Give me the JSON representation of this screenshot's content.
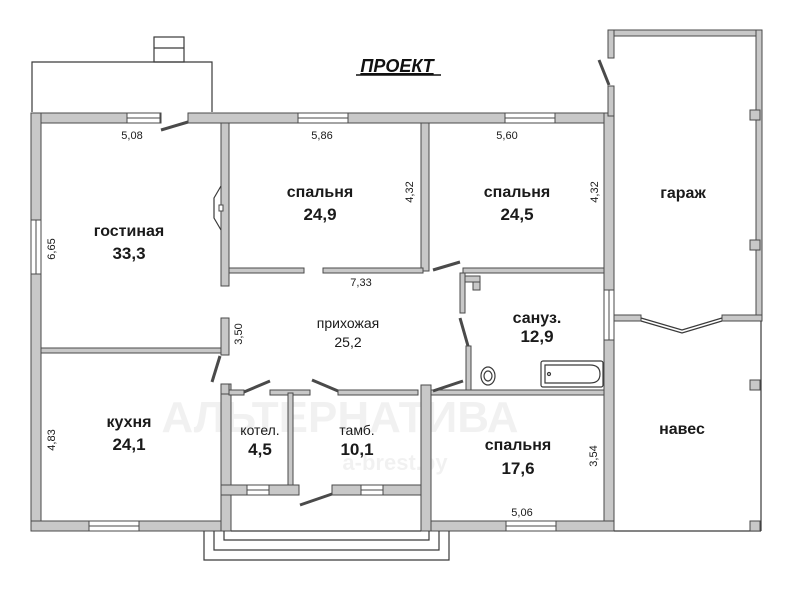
{
  "title": "ПРОЕКТ",
  "watermark": {
    "brand": "АЛЬТЕРНАТИВА",
    "site": "a-brest.by"
  },
  "rooms": [
    {
      "id": "living",
      "name": "гостиная",
      "area": "33,3"
    },
    {
      "id": "bedroom1",
      "name": "спальня",
      "area": "24,9"
    },
    {
      "id": "bedroom2",
      "name": "спальня",
      "area": "24,5"
    },
    {
      "id": "garage",
      "name": "гараж",
      "area": ""
    },
    {
      "id": "hallway",
      "name": "прихожая",
      "area": "25,2"
    },
    {
      "id": "bathroom",
      "name": "сануз.",
      "area": "12,9"
    },
    {
      "id": "kitchen",
      "name": "кухня",
      "area": "24,1"
    },
    {
      "id": "boiler",
      "name": "котел.",
      "area": "4,5"
    },
    {
      "id": "vestibule",
      "name": "тамб.",
      "area": "10,1"
    },
    {
      "id": "bedroom3",
      "name": "спальня",
      "area": "17,6"
    },
    {
      "id": "canopy",
      "name": "навес",
      "area": ""
    }
  ],
  "dimensions": {
    "living_width": "5,08",
    "living_height": "6,65",
    "bedroom1_width": "5,86",
    "bedroom1_height": "4,32",
    "bedroom2_width": "5,60",
    "bedroom2_height": "4,32",
    "hallway_width": "7,33",
    "hallway_height": "3,50",
    "kitchen_height": "4,83",
    "bedroom3_height": "3,54",
    "bedroom3_width": "5,06"
  }
}
